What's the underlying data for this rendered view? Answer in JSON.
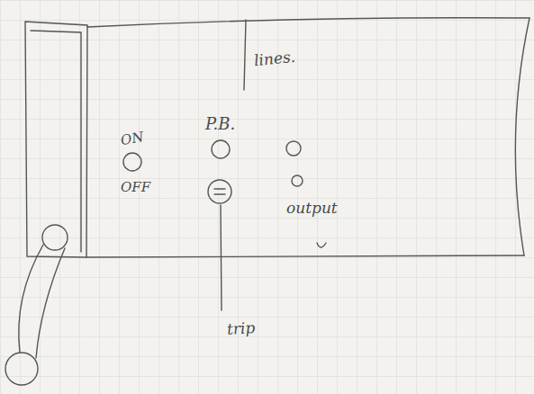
{
  "diagram": {
    "labels": [
      "lines.",
      "P.B.",
      "ON",
      "OFF",
      "output",
      "trip"
    ]
  }
}
